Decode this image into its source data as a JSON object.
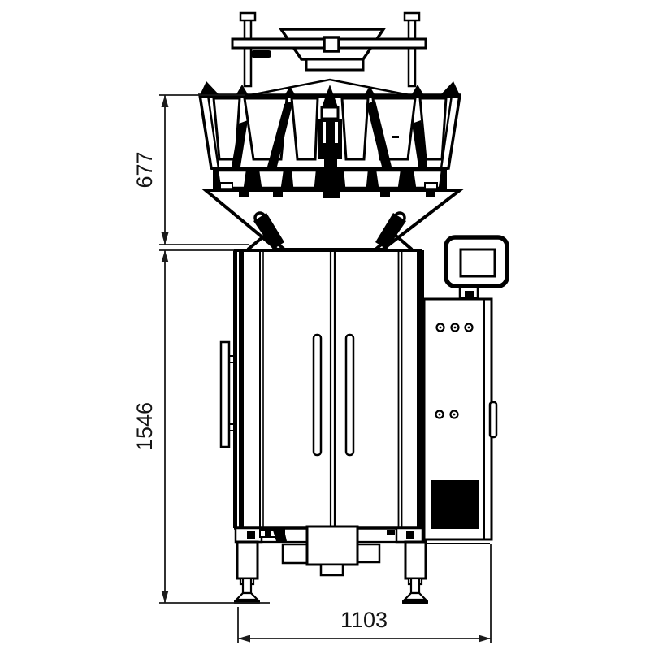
{
  "drawing": {
    "type": "technical-line-drawing",
    "dimensions": {
      "weigher_height": "677",
      "machine_height": "1546",
      "base_width": "1103"
    },
    "colors": {
      "line": "#000000",
      "background": "#ffffff"
    }
  }
}
